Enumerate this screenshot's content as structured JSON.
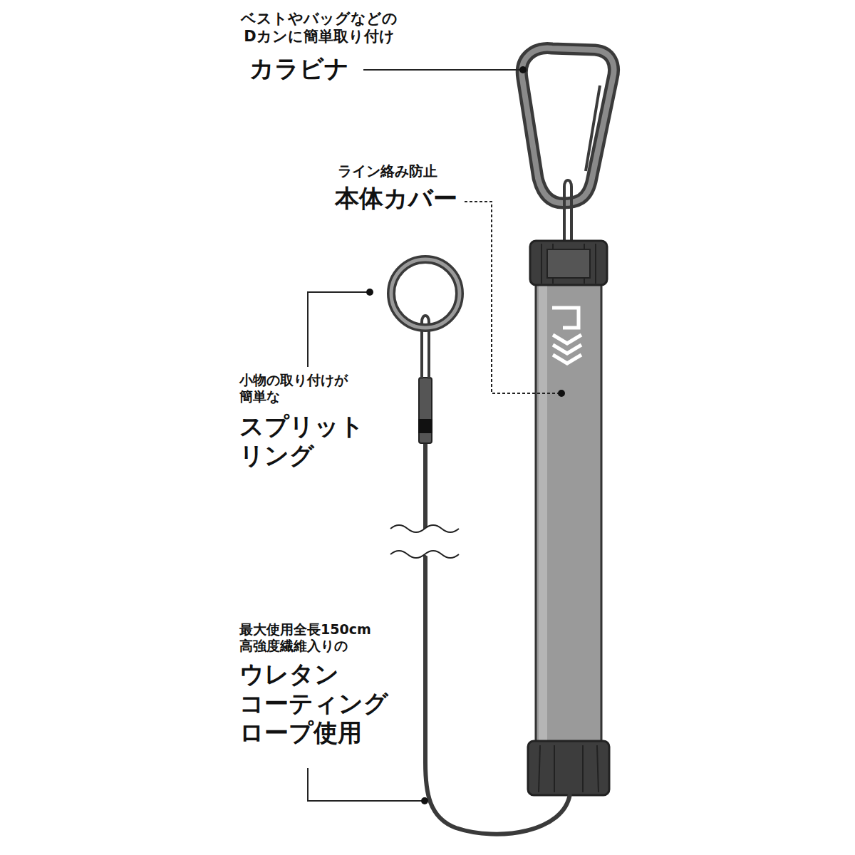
{
  "diagram": {
    "labels": [
      "ベストやバッグなどの Dカンに簡単取り付け",
      "カラビナ",
      "ライン絡み防止",
      "本体カバー",
      "小物の取り付けが 簡単な",
      "スプリット リング",
      "最大使用全長150cm 高強度繊維入りの",
      "ウレタン コーティング ロープ使用"
    ]
  }
}
